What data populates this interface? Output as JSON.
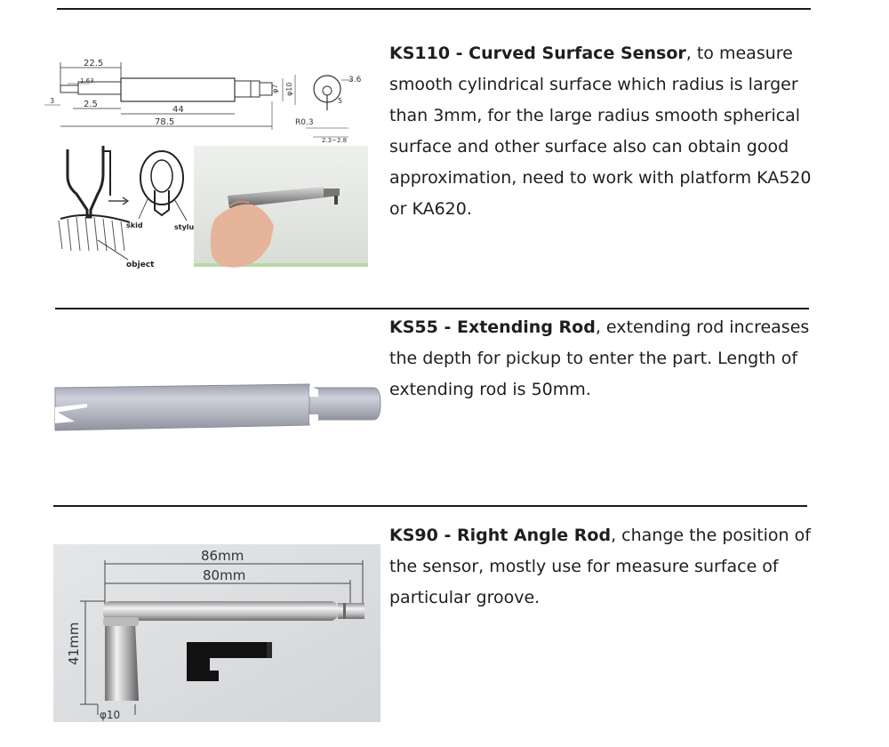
{
  "sections": [
    {
      "name": "KS110 - Curved Surface Sensor",
      "text": ", to measure smooth cylindrical surface which radius is larger than 3mm, for the large radius smooth spherical surface and other surface also can obtain good approximation, need to work with platform KA520 or KA620.",
      "drawing_labels": {
        "d1": "22.5",
        "d2": "1.63",
        "d3": "2.5",
        "d4": "44",
        "d5": "78.5",
        "d6": "φ7",
        "d7": "φ10",
        "d8": "3.6",
        "d9": "5",
        "d10": "R0.3",
        "d11": "2.3~2.8",
        "d12": "3",
        "skid": "skid",
        "stylus": "stylus",
        "object": "object"
      }
    },
    {
      "name": "KS55 - Extending Rod",
      "text": ", extending rod increases the depth for pickup to enter the part. Length of extending rod is 50mm."
    },
    {
      "name": "KS90 - Right Angle Rod",
      "text": ", change the position of the sensor, mostly use for measure surface of particular groove.",
      "photo_labels": {
        "d1": "86mm",
        "d2": "80mm",
        "d3": "41mm",
        "d4": "φ10"
      }
    }
  ]
}
